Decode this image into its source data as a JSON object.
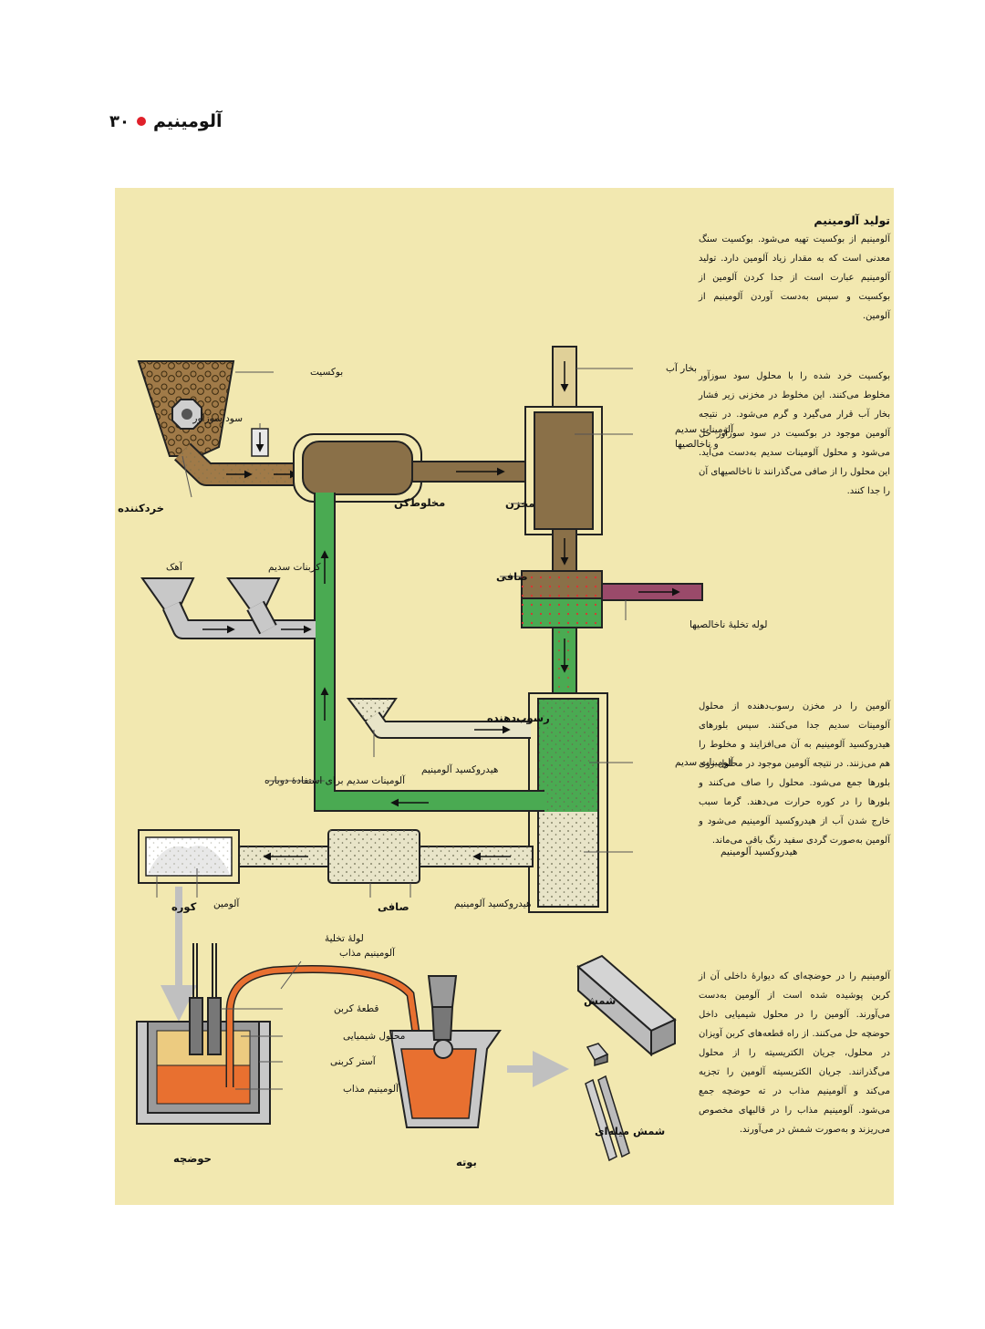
{
  "header": {
    "page_number": "۳۰",
    "title": "آلومینیم"
  },
  "colors": {
    "panel": "#f2e8b0",
    "mud": "#8a7048",
    "green": "#4aaa52",
    "gray": "#c8c8c8",
    "molten": "#e87030",
    "waste": "#9a4a6a",
    "steam": "#e0d098"
  },
  "text_blocks": {
    "intro_title": "تولید آلومینیم",
    "intro_body": "آلومینیم از بوکسیت تهیه می‌شود. بوکسیت سنگ معدنی است که به مقدار زیاد آلومین دارد. تولید آلومینیم عبارت است از جدا کردن آلومین از بوکسیت و سپس به‌دست آوردن آلومینیم از آلومین.",
    "step1": "بوکسیت خرد شده را با محلول سود سوزآور مخلوط می‌کنند. این مخلوط در مخزنی زیر فشار بخار آب قرار می‌گیرد و گرم می‌شود. در نتیجه آلومین موجود در بوکسیت در سود سوزآور حل می‌شود و محلول آلومینات سدیم به‌دست می‌آید. این محلول را از صافی می‌گذرانند تا ناخالصیهای آن را جدا کنند.",
    "step2": "آلومین را در مخزن رسوب‌دهنده از محلول آلومینات سدیم جدا می‌کنند. سپس بلورهای هیدروکسید آلومینیم به آن می‌افزایند و مخلوط را هم می‌زنند. در نتیجه آلومین موجود در محلول روی بلورها جمع می‌شود. محلول را صاف می‌کنند و بلورها را در کوره حرارت می‌دهند. گرما سبب خارج شدن آب از هیدروکسید آلومینیم می‌شود و آلومین به‌صورت گردی سفید رنگ باقی می‌ماند.",
    "step3": "آلومینیم را در حوضچه‌ای که دیوارهٔ داخلی آن از کربن پوشیده شده است از آلومین به‌دست می‌آورند. آلومین را در محلول شیمیایی داخل حوضچه حل می‌کنند. از راه قطعه‌های کربن آویزان در محلول، جریان الکتریسیته را از محلول می‌گذرانند. جریان الکتریسیته آلومین را تجزیه می‌کند و آلومینیم مذاب در ته حوضچه جمع می‌شود. آلومینیم مذاب را در قالبهای مخصوص می‌ریزند و به‌صورت شمش در می‌آورند."
  },
  "labels": {
    "bauxite": "بوکسیت",
    "caustic_soda": "سود سوزآور",
    "crusher": "خردکننده",
    "mixer": "مخلوط‌کن",
    "steam": "بخار آب",
    "sodium_aluminate_impurities": [
      "آلومینات سدیم",
      "و ناخالصیها"
    ],
    "tank": "مخزن",
    "filter": "صافی",
    "impurity_pipe": "لوله تخلیهٔ ناخالصیها",
    "lime": "آهک",
    "sodium_carbonate": "کربنات سدیم",
    "precipitator": "رسوب‌دهنده",
    "aluminium_hydroxide": "هیدروکسید آلومینیم",
    "recycled_aluminate": "آلومینات سدیم برای استفادهٔ دوباره",
    "sodium_aluminate": "آلومینات سدیم",
    "kiln": "کوره",
    "alumina": "آلومین",
    "filter2": "صافی",
    "hydroxide2": "هیدروکسید آلومینیم",
    "hydroxide3": "هیدروکسید آلومینیم",
    "molten_pipe": [
      "لولهٔ تخلیهٔ",
      "آلومینیم مذاب"
    ],
    "carbon_block": "قطعهٔ کربن",
    "chemical_solution": "محلول شیمیایی",
    "carbon_lining": "آستر کربنی",
    "molten_aluminium": "آلومینیم مذاب",
    "pot": "حوضچه",
    "crucible": "بوته",
    "ingot": "شمش",
    "rod_ingot": "شمش میله‌ای"
  }
}
